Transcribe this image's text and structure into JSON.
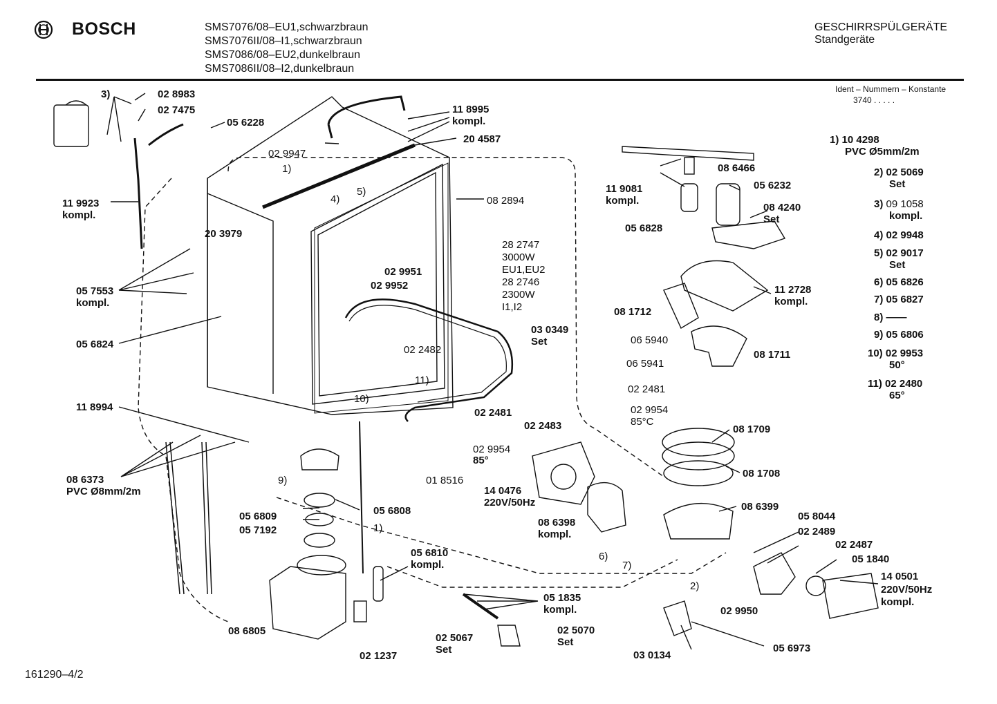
{
  "header": {
    "brand": "BOSCH",
    "models": [
      "SMS7076/08–EU1,schwarzbraun",
      "SMS7076II/08–I1,schwarzbraun",
      "SMS7086/08–EU2,dunkelbraun",
      "SMS7086II/08–I2,dunkelbraun"
    ],
    "category": "GESCHIRRSPÜLGERÄTE",
    "subcategory": "Standgeräte",
    "ident_label": "Ident – Nummern – Konstante",
    "ident_value": "3740  .  .  .  .  ."
  },
  "legend": [
    {
      "num": "1)",
      "code": "10 4298",
      "desc": "PVC Ø5mm/2m"
    },
    {
      "num": "2)",
      "code": "02 5069",
      "desc": "Set"
    },
    {
      "num": "3)",
      "code": "09 1058",
      "desc": "kompl."
    },
    {
      "num": "4)",
      "code": "02 9948",
      "desc": ""
    },
    {
      "num": "5)",
      "code": "02 9017",
      "desc": "Set"
    },
    {
      "num": "6)",
      "code": "05 6826",
      "desc": ""
    },
    {
      "num": "7)",
      "code": "05 6827",
      "desc": ""
    },
    {
      "num": "8)",
      "code": "——",
      "desc": ""
    },
    {
      "num": "9)",
      "code": "05 6806",
      "desc": ""
    },
    {
      "num": "10)",
      "code": "02 9953",
      "desc": "50°"
    },
    {
      "num": "11)",
      "code": "02 2480",
      "desc": "65°"
    }
  ],
  "labels": {
    "l3": "3)",
    "l028983": "02 8983",
    "l027475": "02 7475",
    "l056228": "05 6228",
    "l118995": "11 8995",
    "l118995b": "kompl.",
    "l029947": "02 9947",
    "l204587": "20 4587",
    "l1a": "1)",
    "l5": "5)",
    "l4": "4)",
    "l082894": "08 2894",
    "l119923": "11 9923",
    "l119923b": "kompl.",
    "l203979": "20 3979",
    "l282747": "28 2747",
    "l3000w": "3000W",
    "leu": "EU1,EU2",
    "l282746": "28 2746",
    "l2300w": "2300W",
    "li": "I1,I2",
    "l029951": "02 9951",
    "l029952": "02 9952",
    "l057553": "05 7553",
    "l057553b": "kompl.",
    "l056824": "05 6824",
    "l030349": "03 0349",
    "l030349b": "Set",
    "l022482": "02 2482",
    "l11": "11)",
    "l10": "10)",
    "l118994": "11 8994",
    "l022481a": "02 2481",
    "l029954a": "02 9954",
    "l85a": "85°",
    "l018516": "01 8516",
    "l022483": "02 2483",
    "l086373": "08 6373",
    "l086373b": "PVC Ø8mm/2m",
    "l9": "9)",
    "l056809": "05 6809",
    "l057192": "05 7192",
    "l056808": "05 6808",
    "l1b": "1)",
    "l140476": "14 0476",
    "l220v": "220V/50Hz",
    "l086398": "08 6398",
    "l086398b": "kompl.",
    "l6": "6)",
    "l7": "7)",
    "l056810": "05 6810",
    "l056810b": "kompl.",
    "l086805": "08 6805",
    "l021237": "02 1237",
    "l051835": "05 1835",
    "l051835b": "kompl.",
    "l025067": "02 5067",
    "l025067b": "Set",
    "l025070": "02 5070",
    "l025070b": "Set",
    "l086466": "08 6466",
    "l119081": "11 9081",
    "l119081b": "kompl.",
    "l056232": "05 6232",
    "l084240": "08 4240",
    "l084240b": "Set",
    "l056828": "05 6828",
    "l112728": "11 2728",
    "l112728b": "kompl.",
    "l081712": "08 1712",
    "l065940": "06 5940",
    "l065941": "06 5941",
    "l081711": "08 1711",
    "l022481b": "02 2481",
    "l029954b": "02 9954",
    "l85b": "85°C",
    "l081709": "08 1709",
    "l081708": "08 1708",
    "l086399": "08 6399",
    "l058044": "05 8044",
    "l022489": "02 2489",
    "l022487": "02 2487",
    "l051840": "05 1840",
    "l140501": "14 0501",
    "l140501b": "220V/50Hz",
    "l140501c": "kompl.",
    "l2": "2)",
    "l029950": "02 9950",
    "l030134": "03 0134",
    "l056973": "05 6973"
  },
  "footer": {
    "drawing_id": "161290–4/2"
  }
}
